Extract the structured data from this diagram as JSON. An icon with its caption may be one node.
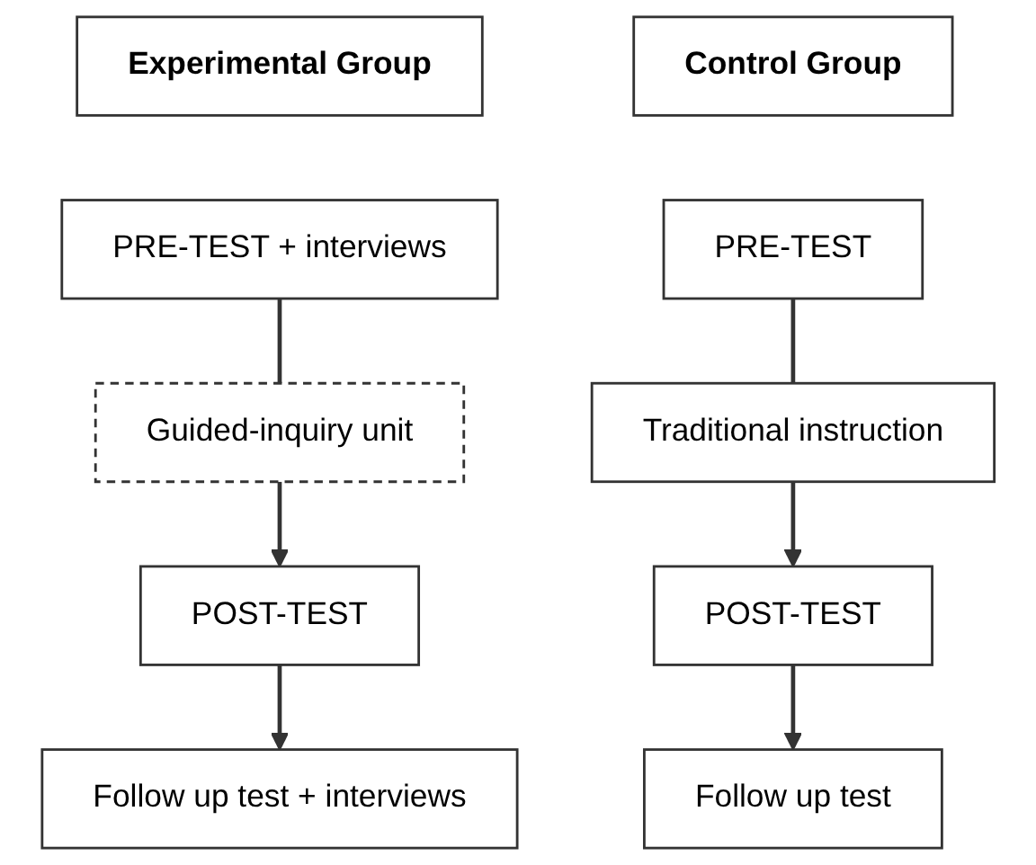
{
  "diagram": {
    "nodes": [
      {
        "text": [
          "Experimental Group"
        ]
      },
      {
        "text": [
          "PRE-TEST + interviews"
        ]
      },
      {
        "text": [
          "Guided-inquiry unit"
        ]
      },
      {
        "text": [
          "POST-TEST"
        ]
      },
      {
        "text": [
          "Follow up test + interviews"
        ]
      },
      {
        "text": [
          "Control Group"
        ]
      },
      {
        "text": [
          "PRE-TEST"
        ]
      },
      {
        "text": [
          "Traditional instruction"
        ]
      },
      {
        "text": [
          "POST-TEST"
        ]
      },
      {
        "text": [
          "Follow up test"
        ]
      }
    ],
    "edges": [
      {
        "from": 1,
        "to": 2,
        "arrow": "none"
      },
      {
        "from": 2,
        "to": 3,
        "arrow": "to"
      },
      {
        "from": 3,
        "to": 4,
        "arrow": "to"
      },
      {
        "from": 6,
        "to": 7,
        "arrow": "none"
      },
      {
        "from": 7,
        "to": 8,
        "arrow": "to"
      },
      {
        "from": 8,
        "to": 9,
        "arrow": "to"
      }
    ]
  }
}
